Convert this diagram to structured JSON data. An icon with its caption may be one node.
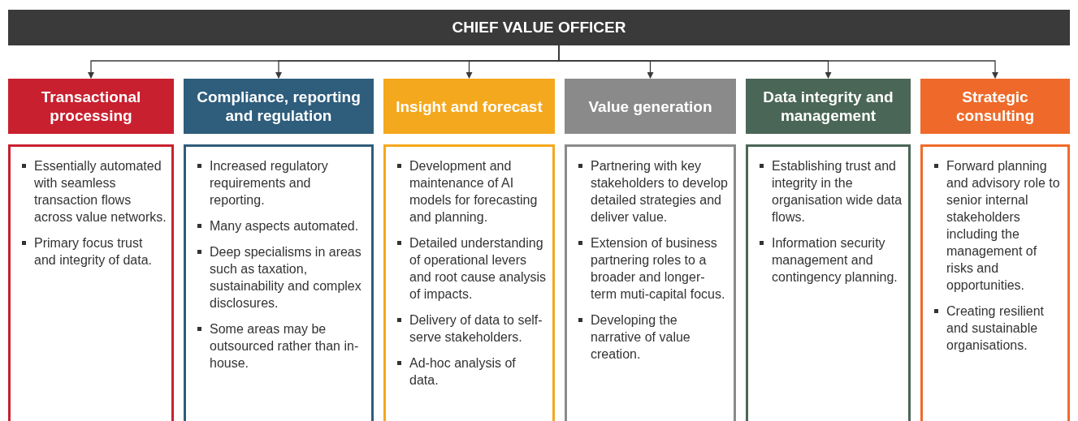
{
  "diagram": {
    "nodes": [
      {
        "text": [
          "CHIEF VALUE OFFICER"
        ]
      },
      {
        "text": [
          "Transactional processing"
        ]
      },
      {
        "text": [
          "Essentially automated with seamless transaction flows across value networks.",
          "Primary focus trust and integrity of data."
        ]
      },
      {
        "text": [
          "Compliance, reporting and regulation"
        ]
      },
      {
        "text": [
          "Increased regulatory requirements and reporting.",
          "Many aspects automated.",
          "Deep specialisms in areas such as taxation, sustainability and complex disclosures.",
          "Some areas may be outsourced rather than in-house."
        ]
      },
      {
        "text": [
          "Insight and forecast"
        ]
      },
      {
        "text": [
          "Development and maintenance of AI models for forecasting and planning.",
          "Detailed understanding of operational levers and root cause analysis of impacts.",
          "Delivery of data to self-serve stakeholders.",
          "Ad-hoc analysis of data."
        ]
      },
      {
        "text": [
          "Value generation"
        ]
      },
      {
        "text": [
          "Partnering with key stakeholders to develop detailed strategies and deliver value.",
          "Extension of business partnering roles to a broader and longer-term muti-capital focus.",
          "Developing the narrative of value creation."
        ]
      },
      {
        "text": [
          "Data integrity and management"
        ]
      },
      {
        "text": [
          "Establishing trust and integrity in the organisation wide data flows.",
          "Information security management and contingency planning."
        ]
      },
      {
        "text": [
          "Strategic consulting"
        ]
      },
      {
        "text": [
          "Forward planning and advisory role to senior internal stakeholders including the management of risks and opportunities.",
          "Creating resilient and sustainable organisations."
        ]
      }
    ],
    "edges": [
      {
        "from": 0,
        "to": 1,
        "arrow": "to"
      },
      {
        "from": 0,
        "to": 3,
        "arrow": "to"
      },
      {
        "from": 0,
        "to": 5,
        "arrow": "to"
      },
      {
        "from": 0,
        "to": 7,
        "arrow": "to"
      },
      {
        "from": 0,
        "to": 9,
        "arrow": "to"
      },
      {
        "from": 0,
        "to": 11,
        "arrow": "to"
      }
    ]
  }
}
